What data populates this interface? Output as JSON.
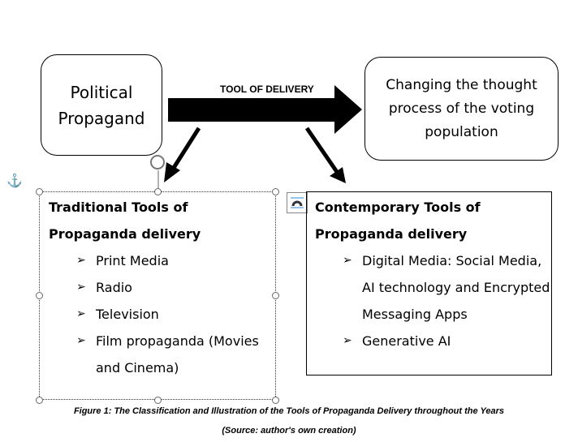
{
  "source_box": {
    "text": "Political Propagand"
  },
  "target_box": {
    "text": "Changing the thought process of the voting population"
  },
  "arrow_label": "TOOL OF DELIVERY",
  "traditional": {
    "title": "Traditional Tools of Propaganda delivery",
    "items": [
      "Print Media",
      "Radio",
      "Television",
      "Film propaganda (Movies and Cinema)"
    ]
  },
  "contemporary": {
    "title": "Contemporary Tools of Propaganda delivery",
    "items": [
      "Digital Media: Social Media, AI technology and Encrypted Messaging Apps",
      "Generative AI"
    ]
  },
  "caption": {
    "figure": "Figure 1:  The Classification and Illustration of the Tools of Propaganda Delivery throughout the Years",
    "source": "(Source:  author's own creation)"
  }
}
